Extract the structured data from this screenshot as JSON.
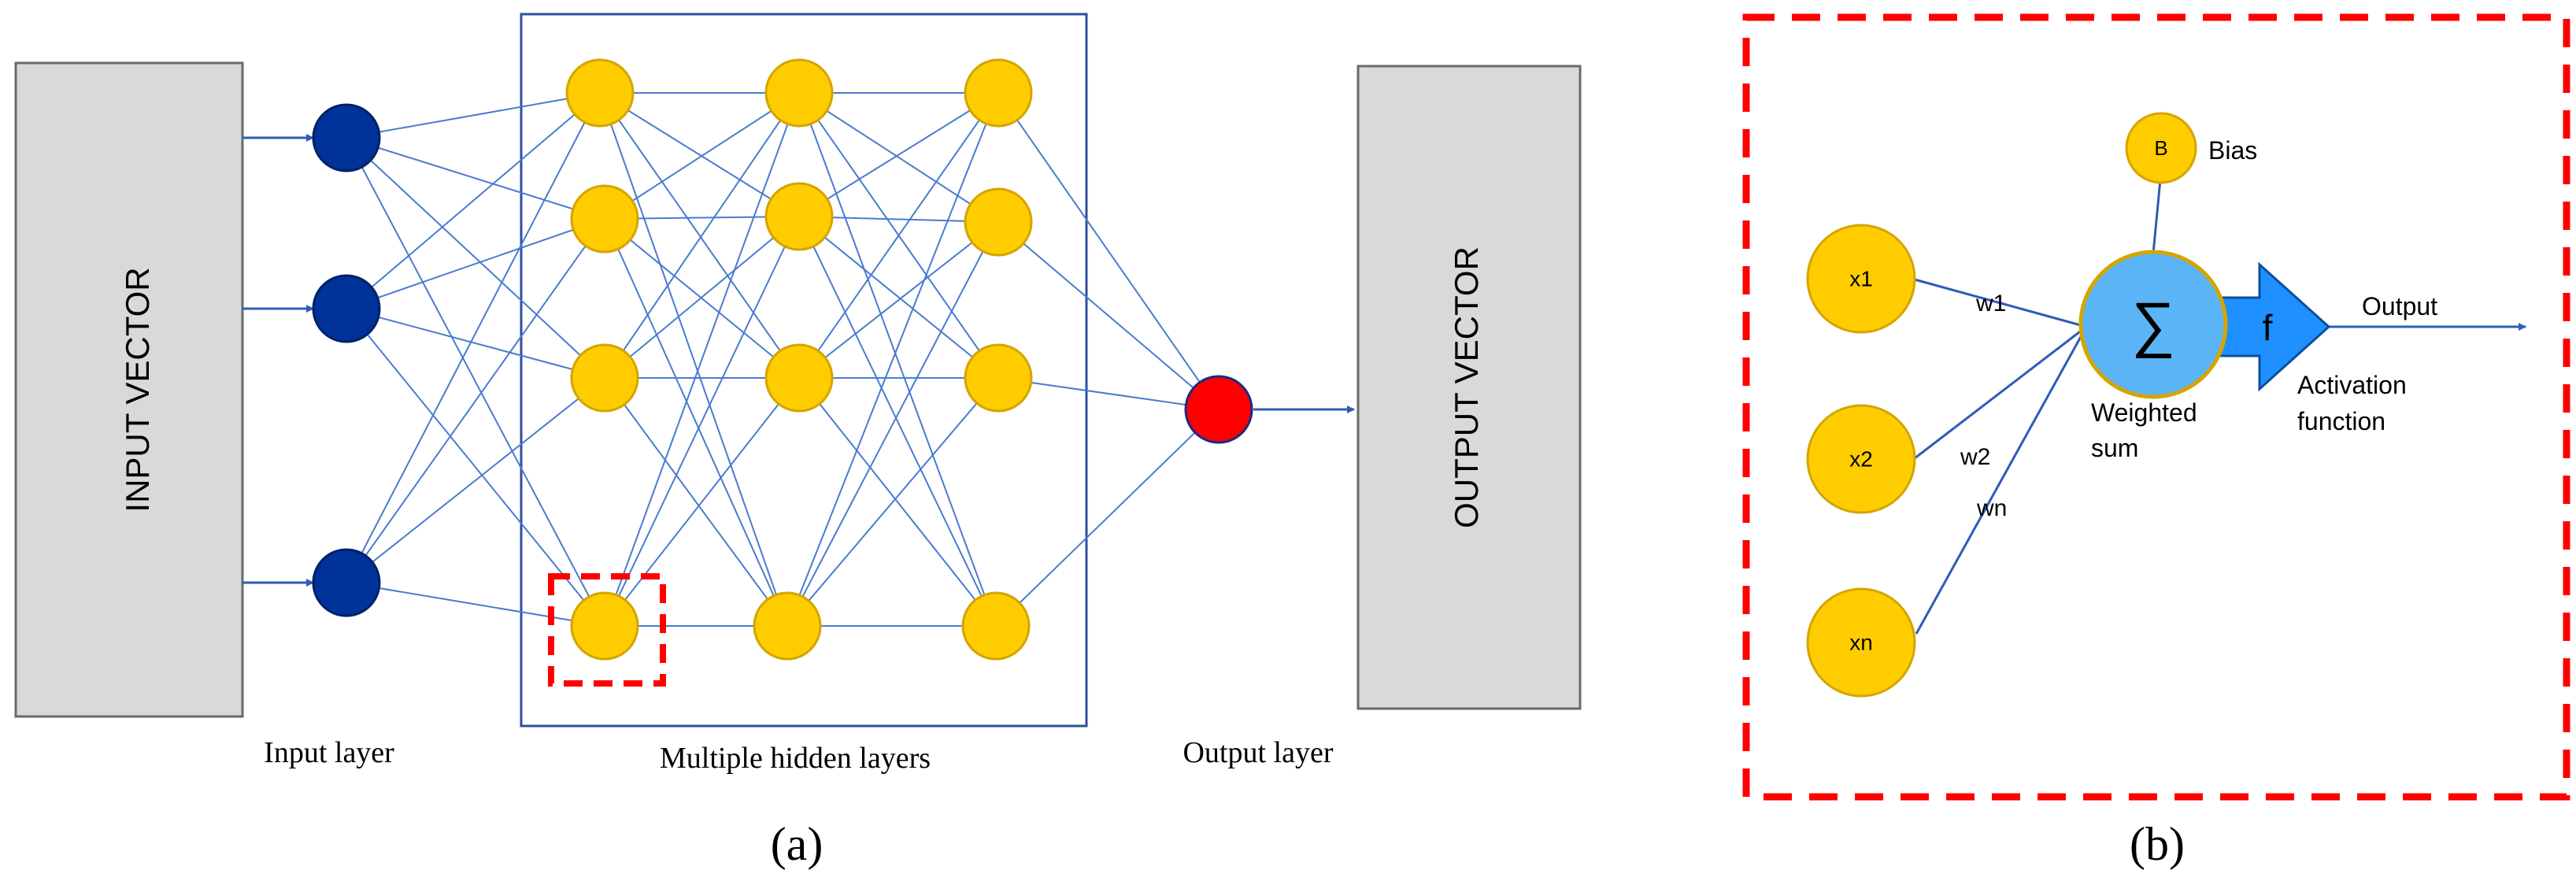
{
  "panel_a": {
    "input_box_label": "INPUT VECTOR",
    "output_box_label": "OUTPUT VECTOR",
    "input_layer_label": "Input layer",
    "hidden_layers_label": "Multiple hidden layers",
    "output_layer_label": "Output layer",
    "caption": "(a)",
    "colors": {
      "input_node": "#003399",
      "hidden_node": "#ffcc00",
      "output_node": "#ff0000",
      "edge": "#4a7bd0",
      "box_fill": "#d9d9d9",
      "highlight": "#ff0000"
    }
  },
  "panel_b": {
    "inputs": [
      "x1",
      "x2",
      "xn"
    ],
    "weights": [
      "w1",
      "w2",
      "wn"
    ],
    "bias_node": "B",
    "bias_label": "Bias",
    "sum_symbol": "∑",
    "activation_symbol": "f",
    "output_label": "Output",
    "weighted_sum_line1": "Weighted",
    "weighted_sum_line2": "sum",
    "activation_line1": "Activation",
    "activation_line2": "function",
    "caption": "(b)",
    "colors": {
      "input_node": "#ffcc00",
      "sum_node": "#5bb4f5",
      "activation_arrow": "#1e90ff",
      "frame": "#ff0000"
    }
  }
}
